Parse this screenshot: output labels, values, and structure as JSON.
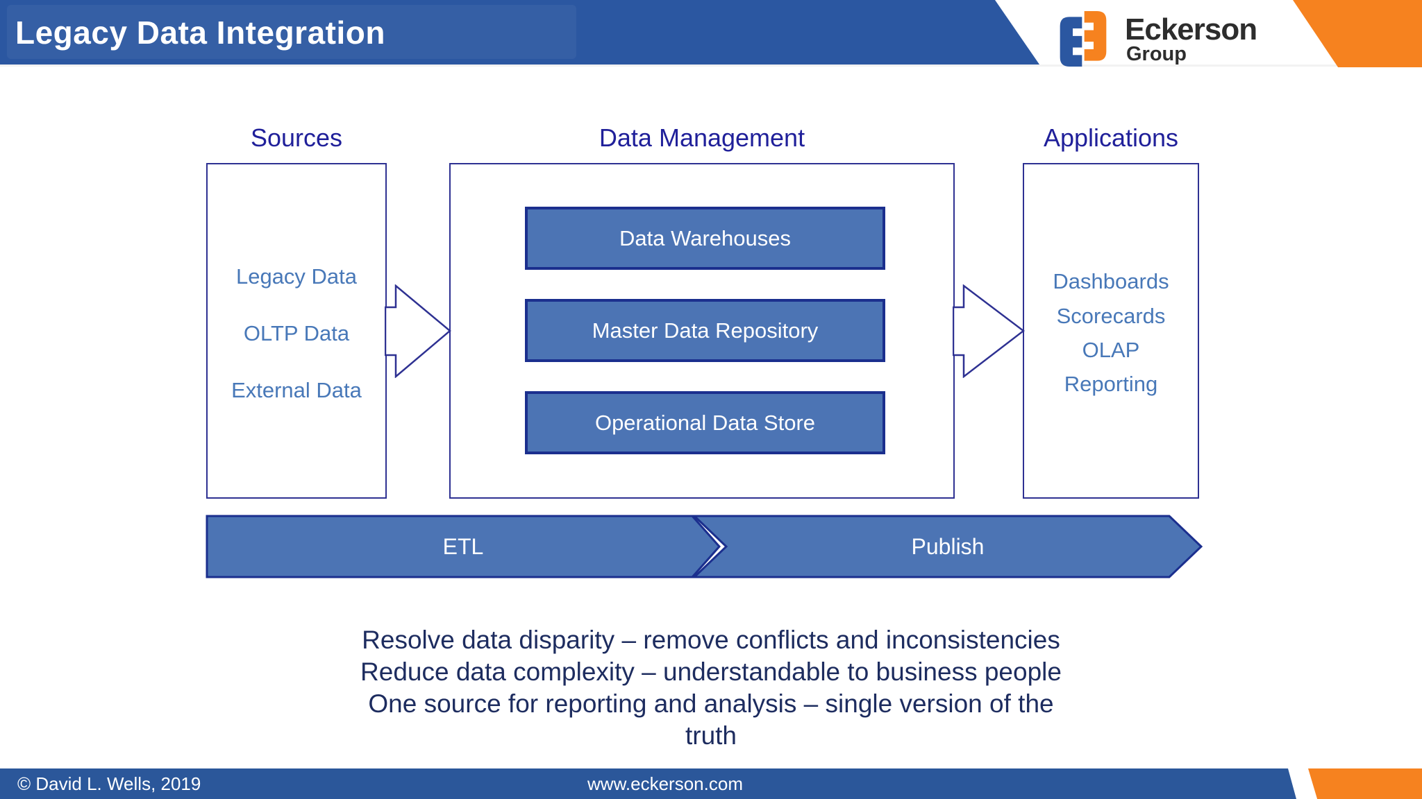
{
  "slide": {
    "title": "Legacy Data Integration",
    "logo": {
      "name": "Eckerson",
      "sub": "Group",
      "icon": "eckerson-e3-icon"
    },
    "columns": {
      "sources": {
        "title": "Sources",
        "items": [
          "Legacy Data",
          "OLTP Data",
          "External Data"
        ]
      },
      "data_management": {
        "title": "Data Management",
        "boxes": [
          "Data Warehouses",
          "Master Data Repository",
          "Operational Data Store"
        ]
      },
      "applications": {
        "title": "Applications",
        "items": [
          "Dashboards",
          "Scorecards",
          "OLAP",
          "Reporting"
        ]
      }
    },
    "flow_arrows": {
      "etl": "ETL",
      "publish": "Publish"
    },
    "summary_lines": [
      "Resolve data disparity – remove conflicts and inconsistencies",
      "Reduce data complexity – understandable to business people",
      "One source for reporting and analysis – single version of the",
      "truth"
    ],
    "footer": {
      "copyright": "© David L. Wells, 2019",
      "website": "www.eckerson.com"
    },
    "colors": {
      "header_blue": "#2b57a1",
      "footer_blue": "#2b579a",
      "accent_orange": "#f6821f",
      "filled_box_blue": "#4c74b4",
      "filled_box_border": "#1b2f8e",
      "outline_indigo": "#2e3192",
      "section_title": "#20209a",
      "item_text_blue": "#4878b8",
      "summary_navy": "#1d2c5f"
    }
  }
}
